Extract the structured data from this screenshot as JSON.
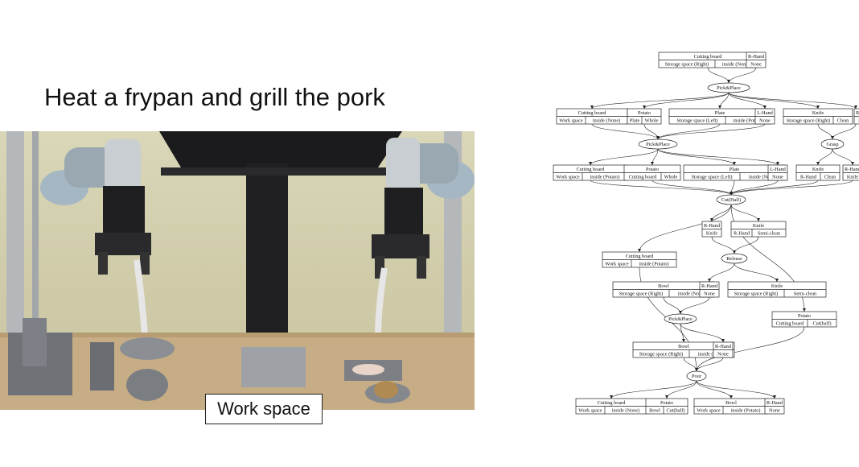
{
  "title": "Heat a frypan and grill the pork",
  "work_space_label": "Work space",
  "nodes": [
    {
      "id": "n1",
      "cells": [
        [
          "Cutting board"
        ],
        [
          "Storage space (Right)",
          "inside (None)"
        ]
      ]
    },
    {
      "id": "n2",
      "cells": [
        [
          "R-Hand"
        ],
        [
          "None"
        ]
      ]
    },
    {
      "id": "n3",
      "cells": [
        [
          "Cutting board"
        ],
        [
          "Work space",
          "inside (None)"
        ]
      ]
    },
    {
      "id": "n4",
      "cells": [
        [
          "Potato"
        ],
        [
          "Plate",
          "Whole"
        ]
      ]
    },
    {
      "id": "n5",
      "cells": [
        [
          "Plate"
        ],
        [
          "Storage space (Left)",
          "inside (Potato)"
        ]
      ]
    },
    {
      "id": "n6",
      "cells": [
        [
          "L-Hand"
        ],
        [
          "None"
        ]
      ]
    },
    {
      "id": "n7",
      "cells": [
        [
          "Knife"
        ],
        [
          "Storage space (Right)",
          "Clean"
        ]
      ]
    },
    {
      "id": "n8",
      "cells": [
        [
          "R-Hand"
        ],
        [
          "None"
        ]
      ]
    },
    {
      "id": "n9",
      "cells": [
        [
          "Cutting board"
        ],
        [
          "Work space",
          "inside (Potato)"
        ]
      ]
    },
    {
      "id": "n10",
      "cells": [
        [
          "Potato"
        ],
        [
          "Cutting board",
          "Whole"
        ]
      ]
    },
    {
      "id": "n11",
      "cells": [
        [
          "Plate"
        ],
        [
          "Storage space (Left)",
          "inside (None)"
        ]
      ]
    },
    {
      "id": "n12",
      "cells": [
        [
          "L-Hand"
        ],
        [
          "None"
        ]
      ]
    },
    {
      "id": "n13",
      "cells": [
        [
          "Knife"
        ],
        [
          "R-Hand",
          "Clean"
        ]
      ]
    },
    {
      "id": "n14",
      "cells": [
        [
          "R-Hand"
        ],
        [
          "Knife"
        ]
      ]
    },
    {
      "id": "n15",
      "cells": [
        [
          "R-Hand"
        ],
        [
          "Knife"
        ]
      ]
    },
    {
      "id": "n16",
      "cells": [
        [
          "Knife"
        ],
        [
          "R-Hand",
          "Semi-clean"
        ]
      ]
    },
    {
      "id": "n17",
      "cells": [
        [
          "Cutting board"
        ],
        [
          "Work space",
          "inside (Potato)"
        ]
      ]
    },
    {
      "id": "n18",
      "cells": [
        [
          "Bowl"
        ],
        [
          "Storage space (Right)",
          "inside (None)"
        ]
      ]
    },
    {
      "id": "n19",
      "cells": [
        [
          "R-Hand"
        ],
        [
          "None"
        ]
      ]
    },
    {
      "id": "n20",
      "cells": [
        [
          "Knife"
        ],
        [
          "Storage space (Right)",
          "Semi-clean"
        ]
      ]
    },
    {
      "id": "n21",
      "cells": [
        [
          "Potato"
        ],
        [
          "Cutting board",
          "Cut(half)"
        ]
      ]
    },
    {
      "id": "n22",
      "cells": [
        [
          "Bowl"
        ],
        [
          "Storage space (Right)",
          "inside (None)"
        ]
      ]
    },
    {
      "id": "n23",
      "cells": [
        [
          "R-Hand"
        ],
        [
          "None"
        ]
      ]
    },
    {
      "id": "n24",
      "cells": [
        [
          "Cutting board"
        ],
        [
          "Work space",
          "inside (None)"
        ]
      ]
    },
    {
      "id": "n25",
      "cells": [
        [
          "Potato"
        ],
        [
          "Bowl",
          "Cut(half)"
        ]
      ]
    },
    {
      "id": "n26",
      "cells": [
        [
          "Bowl"
        ],
        [
          "Work space",
          "inside (Potato)"
        ]
      ]
    },
    {
      "id": "n27",
      "cells": [
        [
          "R-Hand"
        ],
        [
          "None"
        ]
      ]
    }
  ],
  "actions": [
    {
      "id": "a1",
      "label": "Pick&Place"
    },
    {
      "id": "a2",
      "label": "Pick&Place"
    },
    {
      "id": "a3",
      "label": "Grasp"
    },
    {
      "id": "a4",
      "label": "Cut(Half)"
    },
    {
      "id": "a5",
      "label": "Release"
    },
    {
      "id": "a6",
      "label": "Pick&Place"
    },
    {
      "id": "a7",
      "label": "Pour"
    }
  ]
}
